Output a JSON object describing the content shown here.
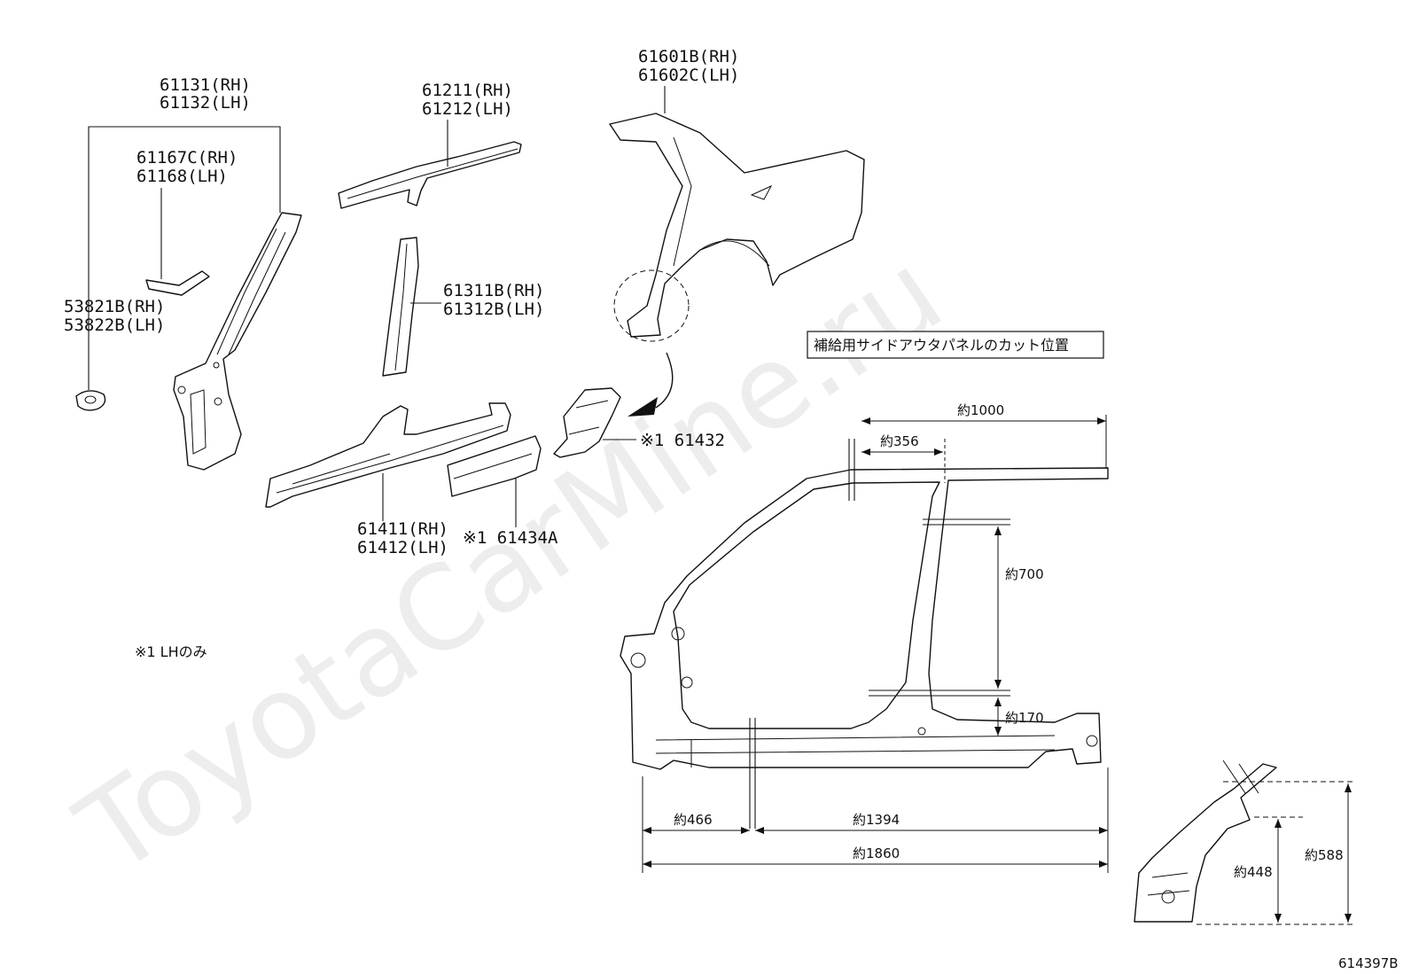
{
  "watermark": "ToyotaCarMine.ru",
  "diagram_id": "614397B",
  "callouts": {
    "pillar_rh": "61131(RH)",
    "pillar_lh": "61132(LH)",
    "gusset_rh": "61167C(RH)",
    "gusset_lh": "61168(LH)",
    "plug_rh": "53821B(RH)",
    "plug_lh": "53822B(LH)",
    "roof_rail_rh": "61211(RH)",
    "roof_rail_lh": "61212(LH)",
    "center_pillar_rh": "61311B(RH)",
    "center_pillar_lh": "61312B(LH)",
    "rocker_rh": "61411(RH)",
    "rocker_lh": "61412(LH)",
    "rocker_ext": "※1 61434A",
    "quarter_rh": "61601B(RH)",
    "quarter_lh": "61602C(LH)",
    "cut_piece": "※1 61432"
  },
  "footnote": "※1 LHのみ",
  "cut_box_label": "補給用サイドアウタパネルのカット位置",
  "dimensions": {
    "d1000": "約1000",
    "d356": "約356",
    "d700": "約700",
    "d170": "約170",
    "d466": "約466",
    "d1394": "約1394",
    "d1860": "約1860",
    "d448": "約448",
    "d588": "約588"
  }
}
